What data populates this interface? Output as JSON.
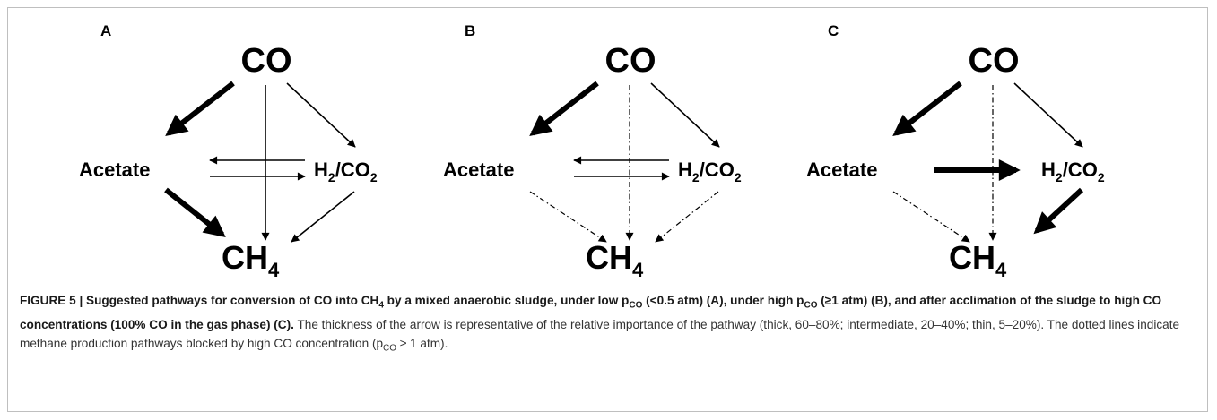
{
  "panels": [
    {
      "letter": "A",
      "nodes": {
        "top": "CO",
        "left": "Acetate",
        "right_main": "H",
        "right_sub": "2",
        "right_mid": "/CO",
        "right_sub2": "2",
        "bottom_main": "CH",
        "bottom_sub": "4"
      },
      "arrows": {
        "co_acetate": "thick",
        "co_ch4": "thin",
        "co_h2": "thin",
        "acetate_h2": "thin",
        "h2_acetate": "thin",
        "acetate_ch4": "thick",
        "h2_ch4": "thin"
      }
    },
    {
      "letter": "B",
      "nodes": {
        "top": "CO",
        "left": "Acetate",
        "right_main": "H",
        "right_sub": "2",
        "right_mid": "/CO",
        "right_sub2": "2",
        "bottom_main": "CH",
        "bottom_sub": "4"
      },
      "arrows": {
        "co_acetate": "thick",
        "co_ch4": "dotted",
        "co_h2": "thin",
        "acetate_h2": "thin",
        "h2_acetate": "thin",
        "acetate_ch4": "dotted",
        "h2_ch4": "dotted"
      }
    },
    {
      "letter": "C",
      "nodes": {
        "top": "CO",
        "left": "Acetate",
        "right_main": "H",
        "right_sub": "2",
        "right_mid": "/CO",
        "right_sub2": "2",
        "bottom_main": "CH",
        "bottom_sub": "4"
      },
      "arrows": {
        "co_acetate": "thick",
        "co_ch4": "dotted",
        "co_h2": "thin",
        "acetate_h2": "thick",
        "h2_acetate": "none",
        "acetate_ch4": "dotted",
        "h2_ch4": "thick"
      }
    }
  ],
  "caption": {
    "b1": "FIGURE 5 | Suggested pathways for conversion of CO into CH",
    "b1_sub": "4",
    "b2": " by a mixed anaerobic sludge, under low p",
    "b2_sub": "CO",
    "b3": " (<0.5 atm) (A), under high p",
    "b3_sub": "CO",
    "b4": " (≥1 atm) (B), and after acclimation of the sludge to high CO concentrations (100% CO in the gas phase) (C).",
    "n1": " The thickness of the arrow is representative of the relative importance of the pathway (thick, 60–80%; intermediate, 20–40%; thin, 5–20%). The dotted lines indicate methane production pathways blocked by high CO concentration (p",
    "n1_sub": "CO",
    "n2": " ≥ 1 atm)."
  }
}
